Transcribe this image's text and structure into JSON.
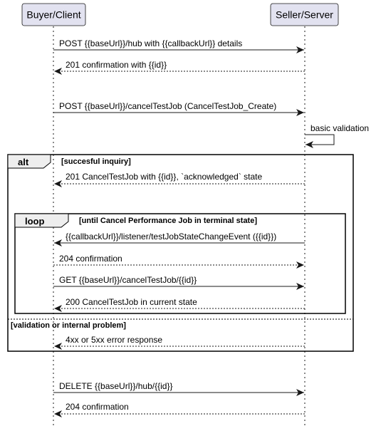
{
  "participants": {
    "client": "Buyer/Client",
    "server": "Seller/Server"
  },
  "messages": {
    "m1": "POST {{baseUrl}}/hub with {{callbackUrl}} details",
    "m2": "201 confirmation with {{id}}",
    "m3": "POST {{baseUrl}}/cancelTestJob (CancelTestJob_Create)",
    "m4": "basic validation",
    "m5": "201 CancelTestJob with {{id}}, `acknowledged` state",
    "m6": "{{callbackUrl}}/listener/testJobStateChangeEvent ({{id}})",
    "m7": "204 confirmation",
    "m8": "GET {{baseUrl}}/cancelTestJob/{{id}}",
    "m9": "200 CancelTestJob in current state",
    "m10": "4xx or 5xx error response",
    "m11": "DELETE {{baseUrl}}/hub/{{id}}",
    "m12": "204 confirmation"
  },
  "fragments": {
    "alt_keyword": "alt",
    "alt_guard": "[succesful inquiry]",
    "else_guard": "[validation or internal problem]",
    "loop_keyword": "loop",
    "loop_guard": "[until Cancel Performance Job in terminal state]"
  },
  "colors": {
    "participant_fill": "#E2E2F0",
    "participant_border": "#181818",
    "lifeline": "#181818",
    "fragment_header": "#EEEEEE"
  }
}
